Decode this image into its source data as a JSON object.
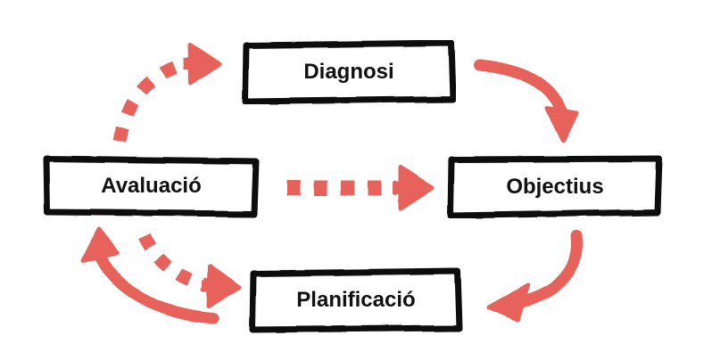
{
  "diagram": {
    "type": "cycle-flow-diagram",
    "title": "",
    "language": "ca",
    "background_color": "#ffffff",
    "node_border_color": "#111111",
    "node_fill_color": "#ffffff",
    "node_text_color": "#111111",
    "arrow_color": "#e8625c",
    "nodes": [
      {
        "id": "diagnosi",
        "label": "Diagnosi",
        "position": "top"
      },
      {
        "id": "objectius",
        "label": "Objectius",
        "position": "right"
      },
      {
        "id": "planificacio",
        "label": "Planificació",
        "position": "bottom"
      },
      {
        "id": "avaluacio",
        "label": "Avaluació",
        "position": "left"
      }
    ],
    "arrows": [
      {
        "id": "diagnosi-to-objectius",
        "from": "Diagnosi",
        "to": "Objectius",
        "style": "solid",
        "shape": "curved",
        "direction": "clockwise"
      },
      {
        "id": "objectius-to-planificacio",
        "from": "Objectius",
        "to": "Planificació",
        "style": "solid",
        "shape": "curved",
        "direction": "clockwise"
      },
      {
        "id": "planificacio-to-avaluacio",
        "from": "Planificació",
        "to": "Avaluació",
        "style": "solid",
        "shape": "curved",
        "direction": "clockwise"
      },
      {
        "id": "avaluacio-to-diagnosi",
        "from": "Avaluació",
        "to": "Diagnosi",
        "style": "dashed",
        "shape": "curved",
        "direction": "clockwise"
      },
      {
        "id": "avaluacio-to-objectius",
        "from": "Avaluació",
        "to": "Objectius",
        "style": "dashed",
        "shape": "straight",
        "direction": "horizontal"
      },
      {
        "id": "avaluacio-to-planificacio",
        "from": "Avaluació",
        "to": "Planificació",
        "style": "dashed",
        "shape": "curved",
        "direction": "clockwise"
      }
    ]
  }
}
